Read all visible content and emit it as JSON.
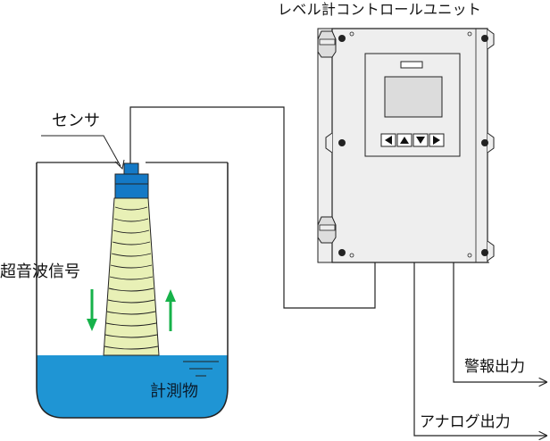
{
  "labels": {
    "controller": "レベル計コントロールユニット",
    "sensor": "センサ",
    "signal": "超音波信号",
    "target": "計測物",
    "alarm_output": "警報出力",
    "analog_output": "アナログ出力"
  },
  "icons": {
    "keys": [
      "left-triangle-icon",
      "up-triangle-icon",
      "down-triangle-icon",
      "right-triangle-icon"
    ],
    "key_glyphs": [
      "◀",
      "▲",
      "▼",
      "▶"
    ]
  },
  "colors": {
    "liquid": "#1f95d4",
    "sensor": "#1479c6",
    "beam": "#e8f0b6",
    "arrow": "#16b24a",
    "enclosure": "#eeeeee",
    "stroke": "#222222"
  }
}
